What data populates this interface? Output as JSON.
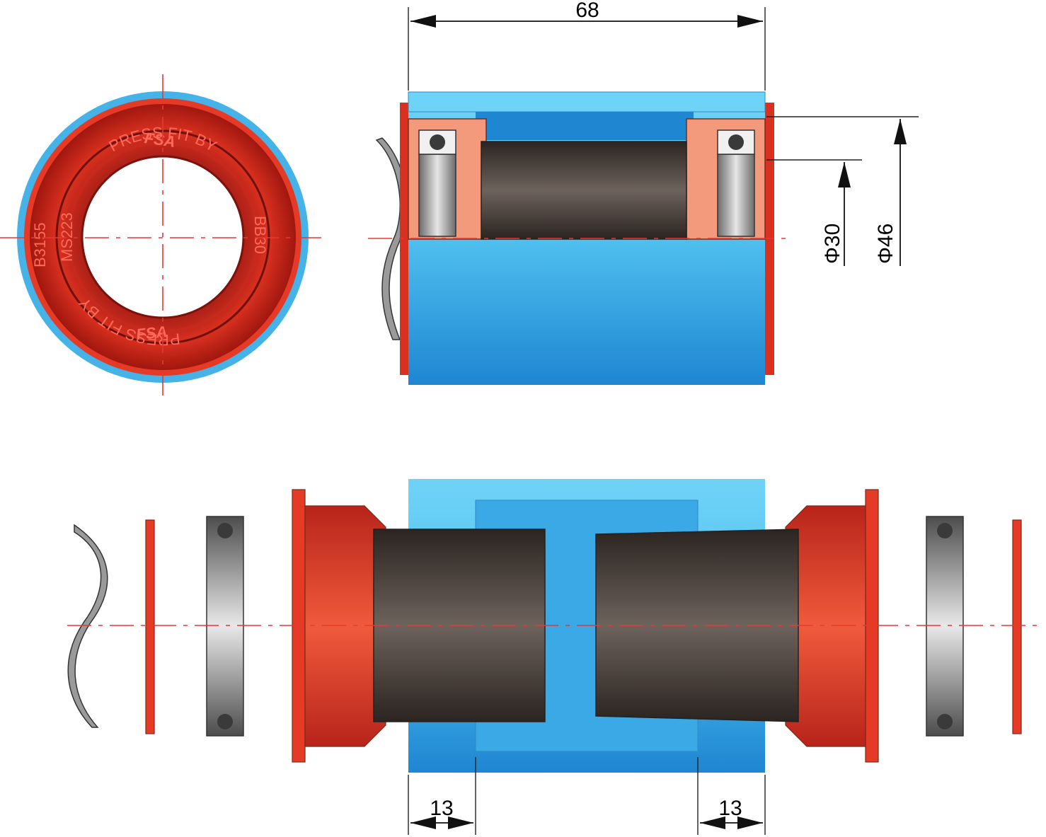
{
  "dimensions": {
    "overall_width": "68",
    "inner_diameter": "Φ30",
    "outer_diameter": "Φ46",
    "left_cup_depth": "13",
    "right_cup_depth": "13"
  },
  "ring_markings": {
    "top_text": "PRESS FIT BY",
    "bottom_text": "PRESS FIT BY",
    "left_code": "B3155",
    "inner_code": "MS223",
    "right_code": "BB30",
    "brand": "FSA"
  },
  "colors": {
    "shell_blue": "#5bc8f2",
    "shell_blue_dark": "#1e88d6",
    "cup_red": "#e53a25",
    "cup_salmon": "#f39a7c",
    "sleeve_dark": "#4a3f3a",
    "bearing_grey": "#8c8c8c",
    "centerline_red": "#e53935"
  }
}
